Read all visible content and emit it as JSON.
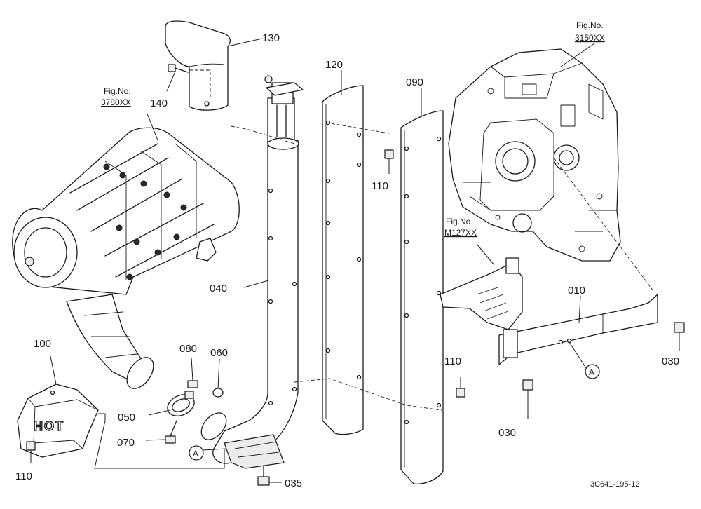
{
  "drawing_code": "3C641-195-12",
  "part_numbers": {
    "p130": "130",
    "p140": "140",
    "p120": "120",
    "p090": "090",
    "p110_top": "110",
    "p040": "040",
    "p010": "010",
    "p030_right": "030",
    "p030_bottom": "030",
    "p110_mid": "110",
    "p100": "100",
    "p080": "080",
    "p060": "060",
    "p050": "050",
    "p070": "070",
    "p110_left": "110",
    "p035": "035"
  },
  "fig_refs": {
    "f3780": {
      "label": "Fig.No.",
      "num": "3780XX"
    },
    "f3150": {
      "label": "Fig.No.",
      "num": "3150XX"
    },
    "fM127": {
      "label": "Fig.No.",
      "num": "M127XX"
    }
  },
  "markers": {
    "a_left": "A",
    "a_right": "A"
  },
  "heat_shield_text": "HOT"
}
